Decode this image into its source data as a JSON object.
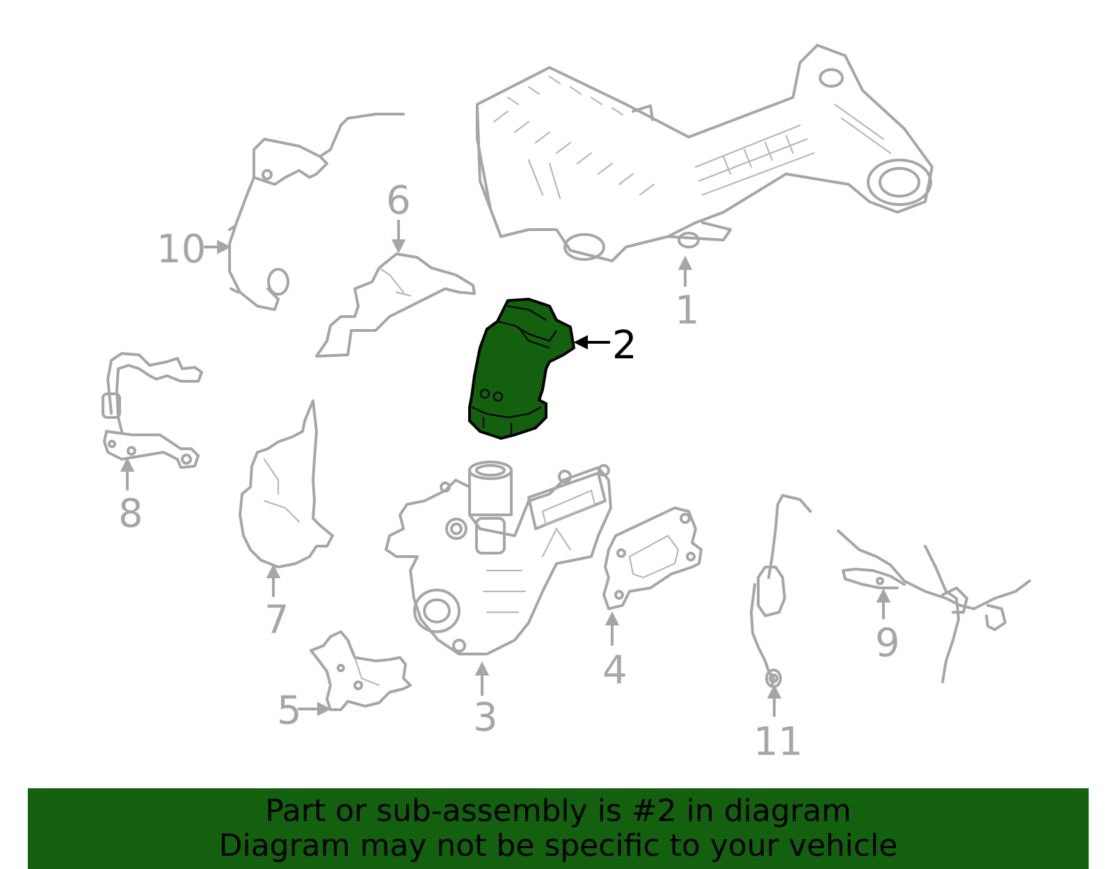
{
  "diagram": {
    "highlighted_part": "2",
    "highlight_color": "#13600f",
    "part_color": "#a6a6a6",
    "callouts": [
      "1",
      "2",
      "3",
      "4",
      "5",
      "6",
      "7",
      "8",
      "9",
      "10",
      "11"
    ]
  },
  "banner": {
    "line1": "Part or sub-assembly is #2 in diagram",
    "line2": "Diagram may not be specific to your vehicle",
    "background": "#13600f"
  }
}
